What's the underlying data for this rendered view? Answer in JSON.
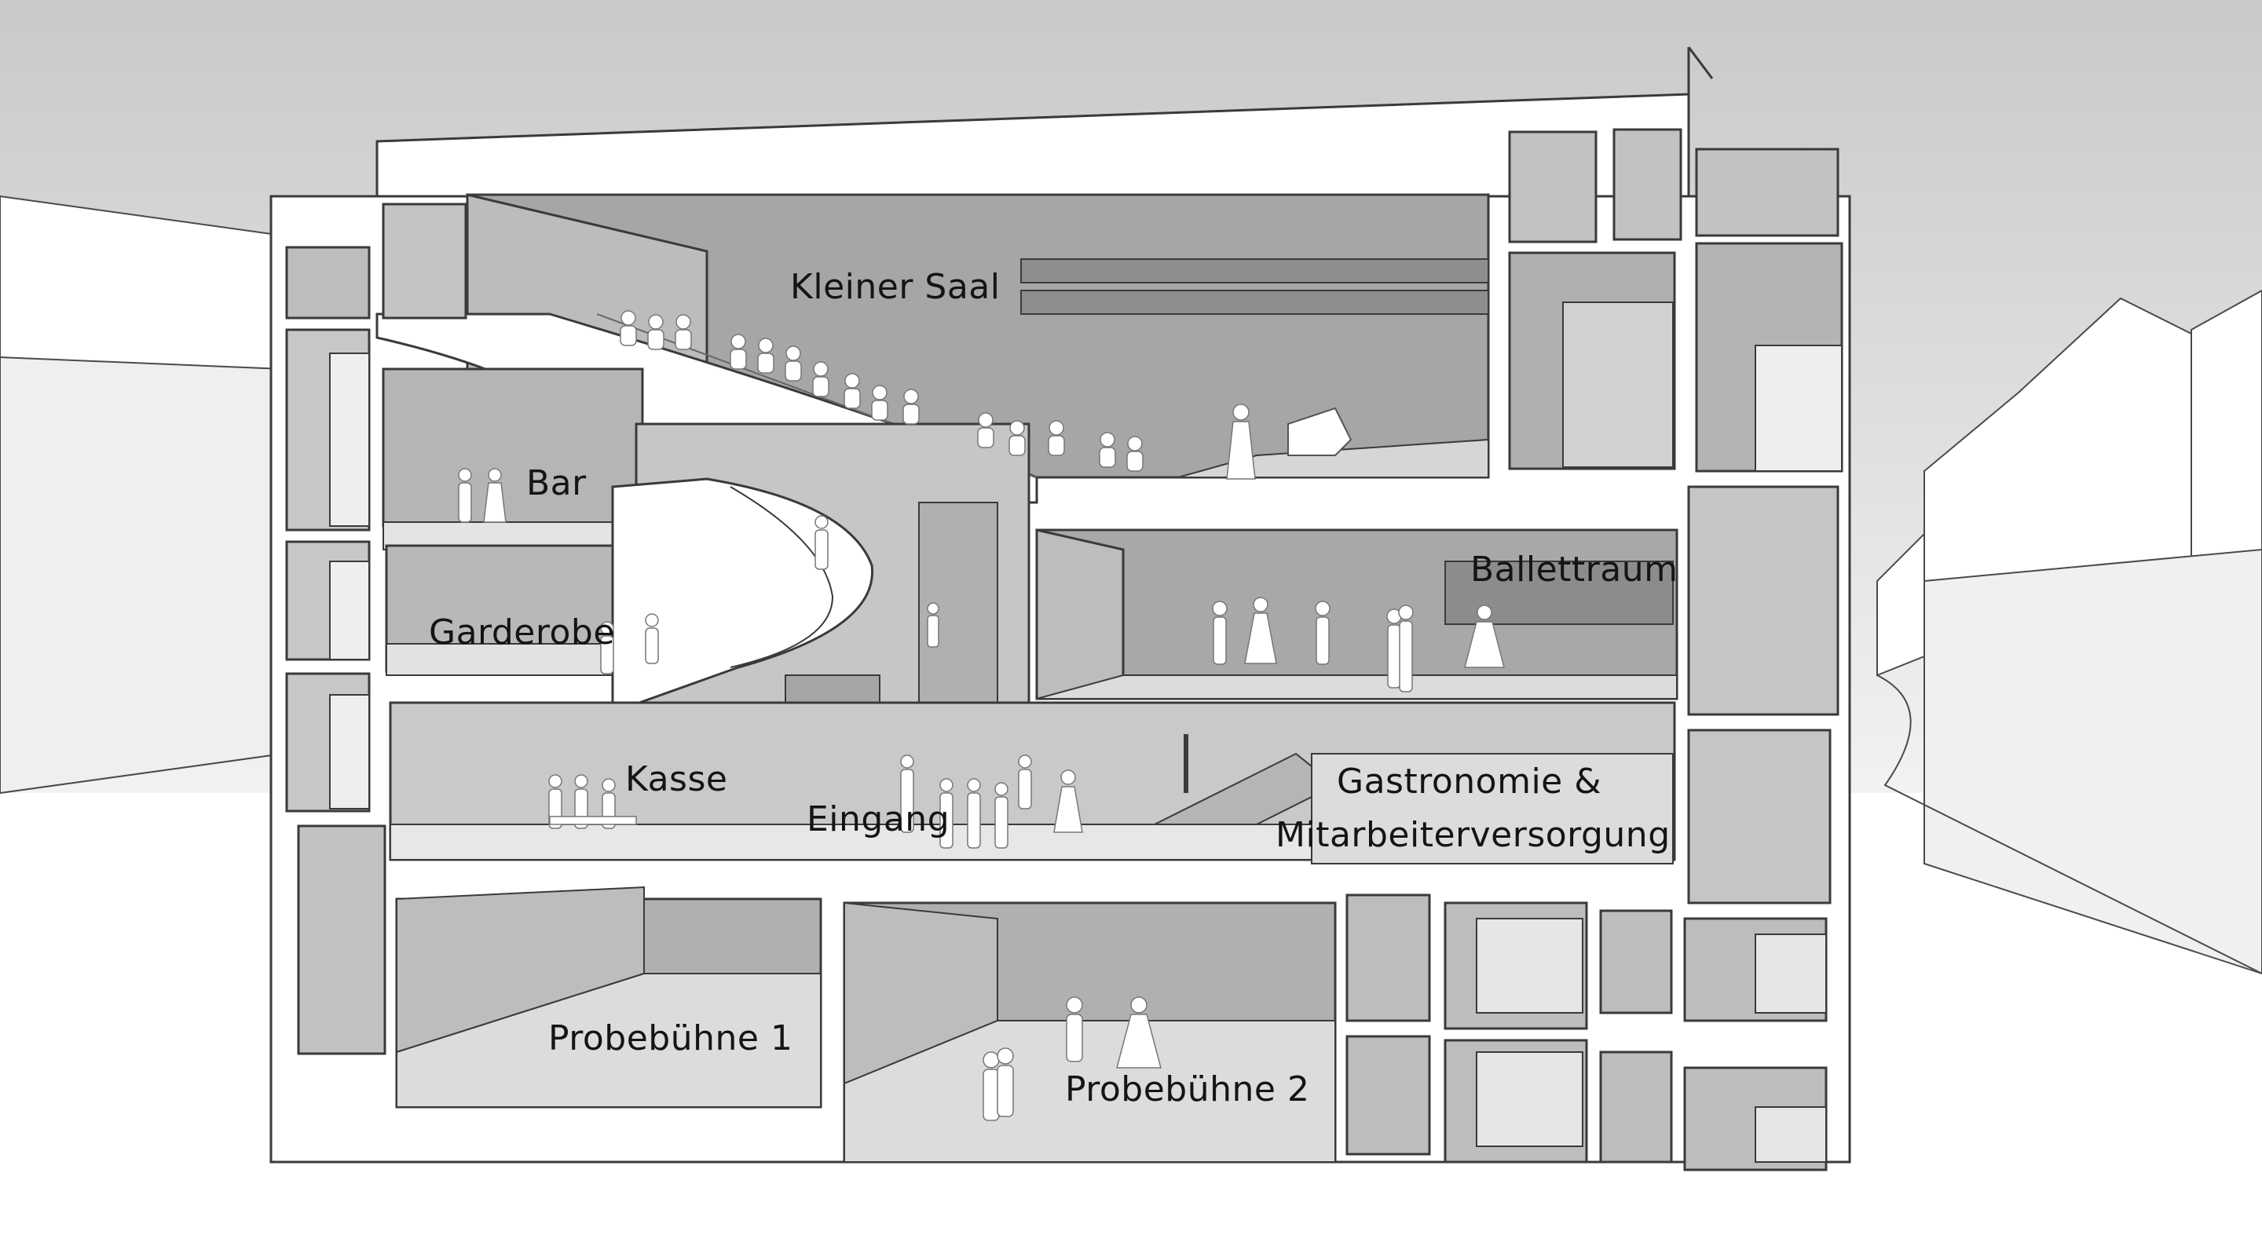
{
  "labels": {
    "kleiner_saal": "Kleiner Saal",
    "bar": "Bar",
    "ballettraum": "Ballettraum",
    "garderobe": "Garderobe",
    "kasse": "Kasse",
    "eingang": "Eingang",
    "gastronomie_line1": "Gastronomie &",
    "gastronomie_line2": "Mitarbeiterversorgung",
    "probebuehne_1": "Probebühne 1",
    "probebuehne_2": "Probebühne 2"
  },
  "colors": {
    "sky": "#d6d6d6",
    "wall_white": "#ffffff",
    "room_dark": "#9c9c9c",
    "room_mid": "#b9b9b9",
    "room_light": "#d9d9d9",
    "floor": "#e6e6e6",
    "line": "#3a3a3a",
    "text": "#141414"
  }
}
